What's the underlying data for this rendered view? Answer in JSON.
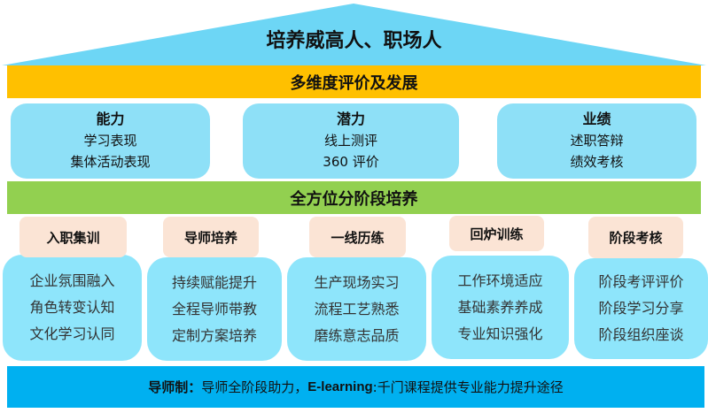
{
  "title": "培养威高人、职场人",
  "evaluation_bar": "多维度评价及发展",
  "evaluations": [
    {
      "heading": "能力",
      "lines": [
        "学习表现",
        "集体活动表现"
      ]
    },
    {
      "heading": "潜力",
      "lines": [
        "线上测评",
        "360 评价"
      ]
    },
    {
      "heading": "业绩",
      "lines": [
        "述职答辩",
        "绩效考核"
      ]
    }
  ],
  "training_bar": "全方位分阶段培养",
  "stages": [
    {
      "tag": "入职集训",
      "items": [
        "企业氛围融入",
        "角色转变认知",
        "文化学习认同"
      ]
    },
    {
      "tag": "导师培养",
      "items": [
        "持续赋能提升",
        "全程导师带教",
        "定制方案培养"
      ]
    },
    {
      "tag": "一线历练",
      "items": [
        "生产现场实习",
        "流程工艺熟悉",
        "磨练意志品质"
      ]
    },
    {
      "tag": "回炉训练",
      "items": [
        "工作环境适应",
        "基础素养养成",
        "专业知识强化"
      ]
    },
    {
      "tag": "阶段考核",
      "items": [
        "阶段考评评价",
        "阶段学习分享",
        "阶段组织座谈"
      ]
    }
  ],
  "footer": {
    "label1": "导师制：",
    "text1": "导师全阶段助力，",
    "label2": "E-learning",
    "text2": ":千门课程提供专业能力提升途径"
  },
  "colors": {
    "roof": "#6dd6f5",
    "orange": "#ffc000",
    "green": "#92d050",
    "tag": "#fbe4d5",
    "box": "#8ee5fb",
    "footer": "#00b0f0"
  }
}
